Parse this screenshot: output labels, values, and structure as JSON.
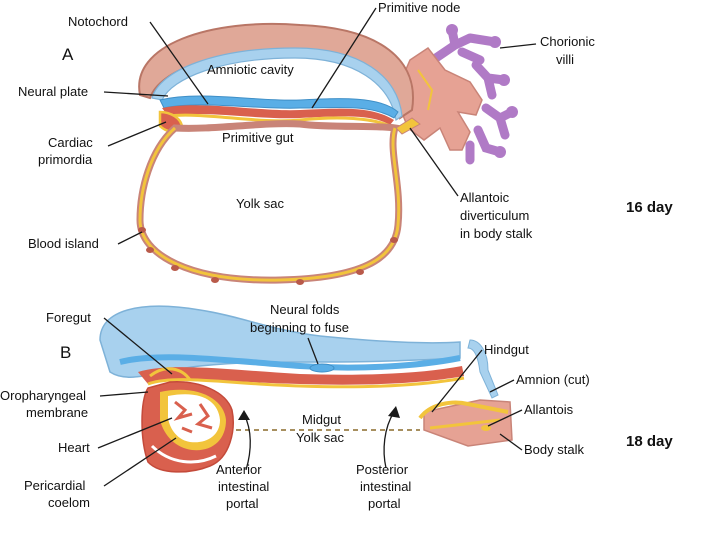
{
  "figure": {
    "panel_a": {
      "letter": "A",
      "day": "16 day",
      "labels": {
        "notochord": "Notochord",
        "primitive_node": "Primitive node",
        "chorionic_villi": [
          "Chorionic",
          "villi"
        ],
        "amniotic_cavity": "Amniotic cavity",
        "neural_plate": "Neural plate",
        "cardiac_primordia": [
          "Cardiac",
          "primordia"
        ],
        "primitive_gut": "Primitive gut",
        "yolk_sac": "Yolk sac",
        "allantoic_diverticulum": [
          "Allantoic",
          "diverticulum",
          "in body stalk"
        ],
        "blood_island": "Blood island"
      }
    },
    "panel_b": {
      "letter": "B",
      "day": "18 day",
      "labels": {
        "foregut": "Foregut",
        "neural_folds": [
          "Neural folds",
          "beginning to fuse"
        ],
        "hindgut": "Hindgut",
        "amnion_cut": "Amnion (cut)",
        "allantois": "Allantois",
        "oropharyngeal_membrane": [
          "Oropharyngeal",
          "membrane"
        ],
        "midgut_yolk_sac": [
          "Midgut",
          "Yolk sac"
        ],
        "heart": "Heart",
        "body_stalk": "Body stalk",
        "pericardial_coelom": [
          "Pericardial",
          "coelom"
        ],
        "anterior_portal": [
          "Anterior",
          "intestinal",
          "portal"
        ],
        "posterior_portal": [
          "Posterior",
          "intestinal",
          "portal"
        ]
      }
    },
    "colors": {
      "ectoderm_blue": "#8ec3e8",
      "mesoderm_red": "#d9604e",
      "endoderm_yellow": "#f2c43c",
      "extraembryonic_mesoderm": "#d9a08c",
      "villi_purple": "#b07ac6"
    }
  }
}
